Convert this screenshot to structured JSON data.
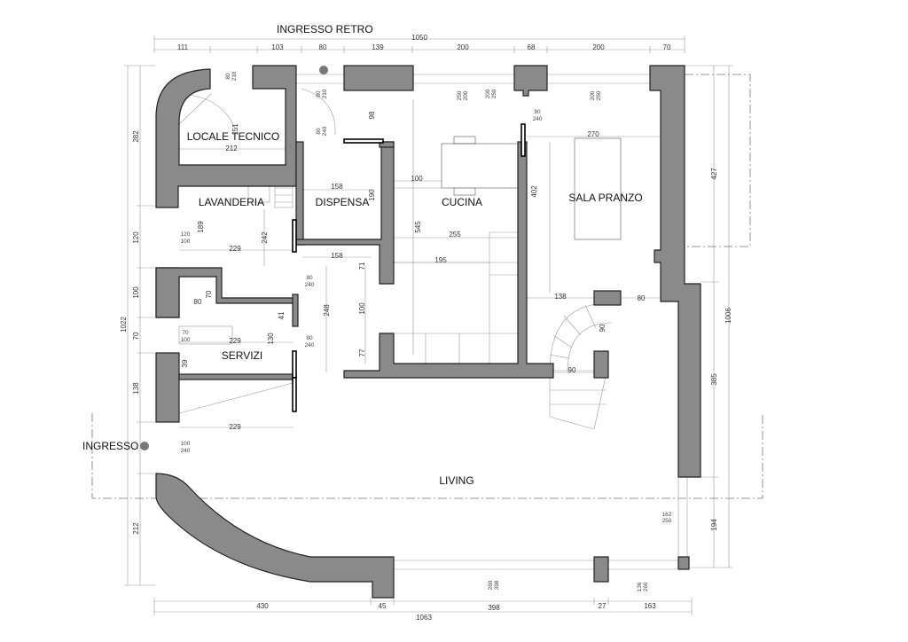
{
  "labels": {
    "ingresso_retro": "INGRESSO RETRO",
    "ingresso": "INGRESSO",
    "locale_tecnico": "LOCALE TECNICO",
    "lavanderia": "LAVANDERIA",
    "dispensa": "DISPENSA",
    "cucina": "CUCINA",
    "sala_pranzo": "SALA PRANZO",
    "servizi": "SERVIZI",
    "living": "LIVING"
  },
  "dims_top": [
    "111",
    "103",
    "80",
    "139",
    "200",
    "68",
    "200",
    "70"
  ],
  "dim_top_total": "1050",
  "dims_bottom": [
    "430",
    "45",
    "398",
    "27",
    "163"
  ],
  "dim_bottom_total": "1063",
  "dims_left": [
    "282",
    "120",
    "100",
    "70",
    "138",
    "212"
  ],
  "dim_left_total": "1022",
  "dims_right": [
    "427",
    "385",
    "194"
  ],
  "dim_right_total": "1006",
  "dims_inner": {
    "d212": "212",
    "d158a": "158",
    "d190": "190",
    "d100a": "100",
    "d545": "545",
    "d402": "402",
    "d270": "270",
    "d255": "255",
    "d195": "195",
    "d158b": "158",
    "d229a": "229",
    "d242": "242",
    "d189": "189",
    "d70a": "70",
    "d80a": "80",
    "d41": "41",
    "d130": "130",
    "d229b": "229",
    "d248": "248",
    "d71": "71",
    "d100b": "100",
    "d77": "77",
    "d138": "138",
    "d80b": "80",
    "d90a": "90",
    "d90b": "90",
    "d229c": "229",
    "d39": "39",
    "d151": "151",
    "d98": "98"
  },
  "openings": {
    "o1": [
      "80",
      "210"
    ],
    "o2": [
      "80",
      "210"
    ],
    "o3": [
      "80",
      "240"
    ],
    "o4": [
      "120",
      "100"
    ],
    "o5": [
      "80",
      "240"
    ],
    "o6": [
      "70",
      "100"
    ],
    "o7": [
      "80",
      "240"
    ],
    "o8": [
      "100",
      "240"
    ],
    "o9": [
      "250",
      "200"
    ],
    "o10": [
      "200",
      "250"
    ],
    "o11": [
      "200",
      "250"
    ],
    "o12": [
      "80",
      "240"
    ],
    "o13": [
      "162",
      "250"
    ],
    "o14": [
      "260",
      "398"
    ],
    "o15": [
      "136",
      "260"
    ]
  },
  "colors": {
    "wall": "#8a8a8a",
    "line": "#555555"
  }
}
